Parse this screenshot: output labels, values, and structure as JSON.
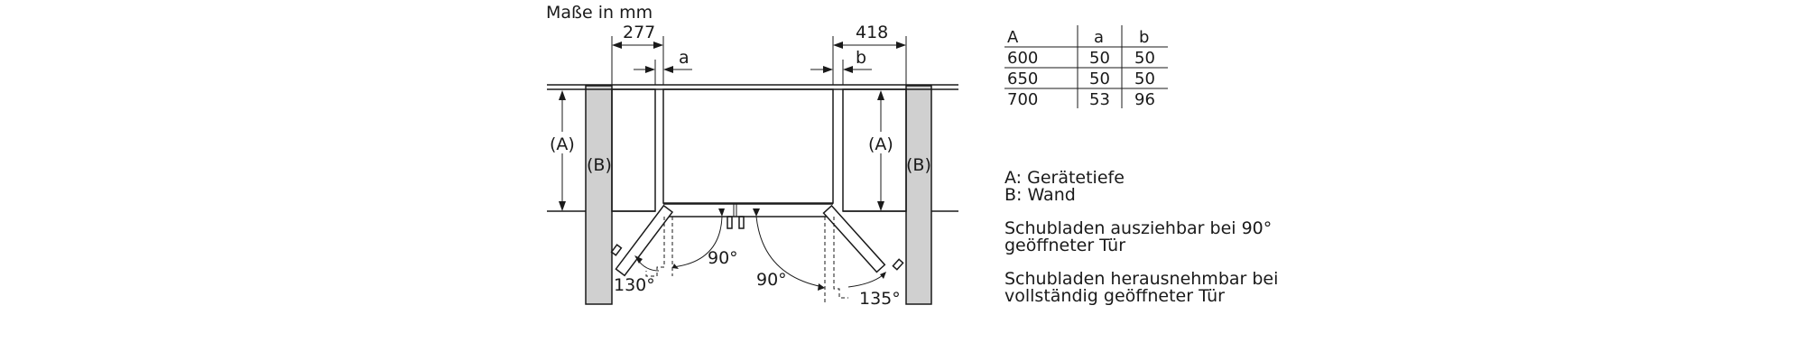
{
  "title": "Maße in mm",
  "dimensions": {
    "left_width": "277",
    "right_width": "418",
    "left_gap": "a",
    "right_gap": "b",
    "depth": "(A)",
    "wall": "(B)",
    "left_inner_angle": "90°",
    "left_outer_angle": "130°",
    "right_inner_angle": "90°",
    "right_outer_angle": "135°"
  },
  "table": {
    "headers": [
      "A",
      "a",
      "b"
    ],
    "rows": [
      [
        "600",
        "50",
        "50"
      ],
      [
        "650",
        "50",
        "50"
      ],
      [
        "700",
        "53",
        "96"
      ]
    ]
  },
  "legend": {
    "a_line": "A: Gerätetiefe",
    "b_line": "B: Wand"
  },
  "notes": {
    "n1_line1": "Schubladen ausziehbar bei 90°",
    "n1_line2": "geöffneter Tür",
    "n2_line1": "Schubladen herausnehmbar bei",
    "n2_line2": "vollständig geöffneter Tür"
  },
  "colors": {
    "wall_fill": "#d0d0d0",
    "line": "#1a1a1a",
    "background": "#ffffff"
  }
}
